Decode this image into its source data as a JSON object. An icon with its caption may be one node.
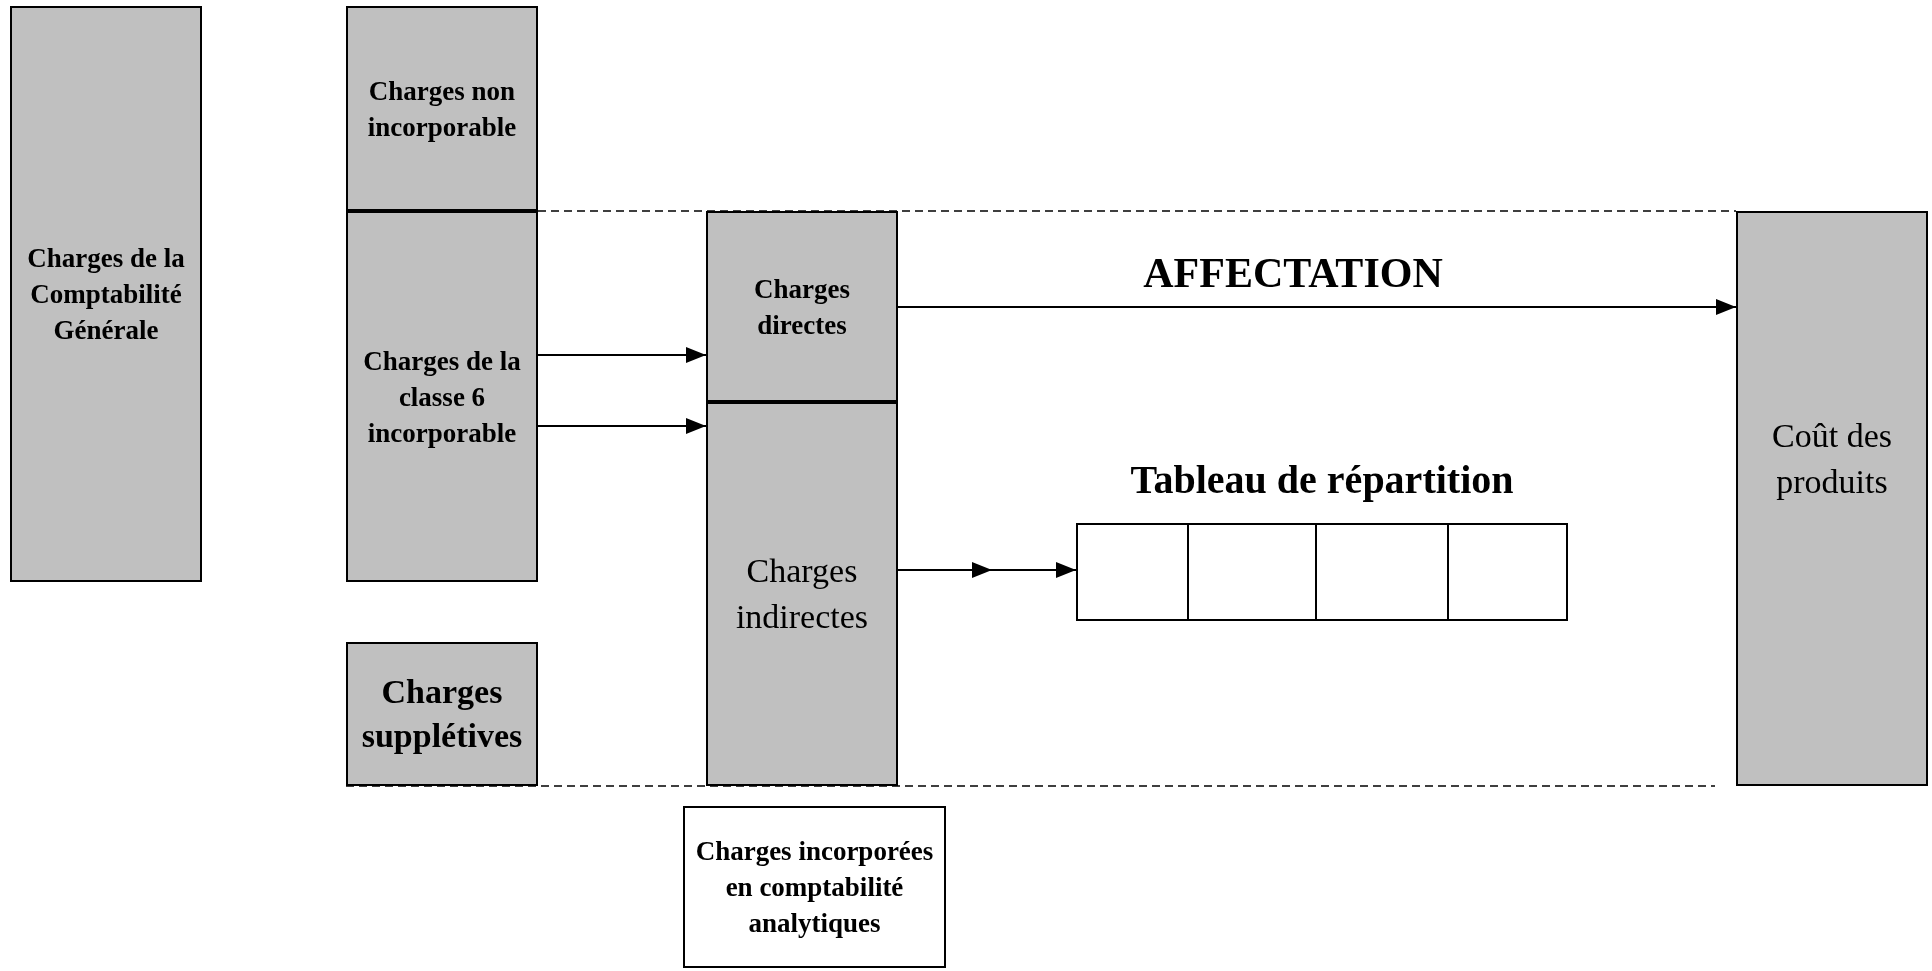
{
  "diagram": {
    "nodes": [
      {
        "text": [
          "Charges de la Comptabilité Générale"
        ]
      },
      {
        "text": [
          "Charges non incorporable"
        ]
      },
      {
        "text": [
          "Charges de la classe 6 incorporable"
        ]
      },
      {
        "text": [
          "Charges supplétives"
        ]
      },
      {
        "text": [
          "Charges directes"
        ]
      },
      {
        "text": [
          "Charges indirectes"
        ]
      },
      {
        "text": [
          "Coût des produits"
        ]
      },
      {
        "text": [
          "Tableau de répartition"
        ]
      },
      {
        "text": [
          "Charges incorporées en comptabilité analytiques"
        ]
      }
    ],
    "edges": [
      {
        "from": 2,
        "to": 4,
        "arrow": "to"
      },
      {
        "from": 2,
        "to": 5,
        "arrow": "to"
      },
      {
        "from": 5,
        "to": 7,
        "arrow": "to"
      },
      {
        "from": 4,
        "to": 6,
        "arrow": "to",
        "label": "AFFECTATION"
      }
    ]
  }
}
